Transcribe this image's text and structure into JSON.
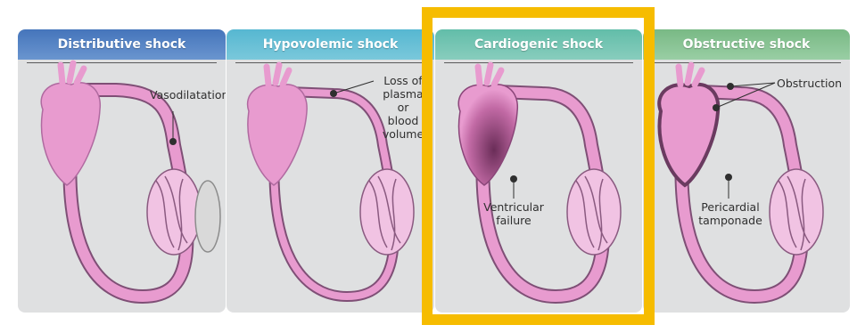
{
  "panels": [
    {
      "id": "distributive",
      "title": "Distributive shock",
      "header_color": "#4f7fc1",
      "labels": [
        "Vasodilatation"
      ]
    },
    {
      "id": "hypovolemic",
      "title": "Hypovolemic shock",
      "header_color": "#63bcd4",
      "labels": [
        "Loss of",
        "plasma or",
        "blood",
        "volume"
      ]
    },
    {
      "id": "cardiogenic",
      "title": "Cardiogenic shock",
      "header_color": "#6ec4b1",
      "labels": [
        "Ventricular",
        "failure"
      ]
    },
    {
      "id": "obstructive",
      "title": "Obstructive shock",
      "header_color": "#84c08e",
      "labels": [
        "Obstruction",
        "Pericardial",
        "tamponade"
      ]
    }
  ],
  "colors": {
    "vessel": "#c875b5",
    "vessel_outline": "#7f4f76",
    "heart": "#e89bcf",
    "panel_bg": "#dfe0e1",
    "highlight": "#f6bc00"
  }
}
